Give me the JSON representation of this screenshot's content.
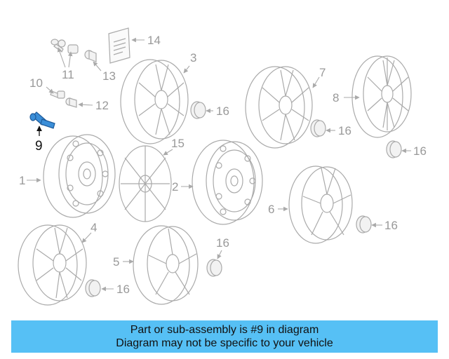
{
  "colors": {
    "line": "#aaaaaa",
    "highlight": "#3a8ed8",
    "banner_bg": "#56c0f5"
  },
  "parts": [
    {
      "id": "p1",
      "number": "1"
    },
    {
      "id": "p2",
      "number": "2"
    },
    {
      "id": "p3",
      "number": "3"
    },
    {
      "id": "p4",
      "number": "4"
    },
    {
      "id": "p5",
      "number": "5"
    },
    {
      "id": "p6",
      "number": "6"
    },
    {
      "id": "p7",
      "number": "7"
    },
    {
      "id": "p8",
      "number": "8"
    },
    {
      "id": "p9",
      "number": "9",
      "highlighted": true
    },
    {
      "id": "p10",
      "number": "10"
    },
    {
      "id": "p11",
      "number": "11"
    },
    {
      "id": "p12",
      "number": "12"
    },
    {
      "id": "p13",
      "number": "13"
    },
    {
      "id": "p14",
      "number": "14"
    },
    {
      "id": "p15",
      "number": "15"
    },
    {
      "id": "p16",
      "number": "16"
    }
  ],
  "banner": {
    "line1": "Part or sub-assembly is #9 in diagram",
    "line2": "Diagram may not be specific to your vehicle"
  }
}
